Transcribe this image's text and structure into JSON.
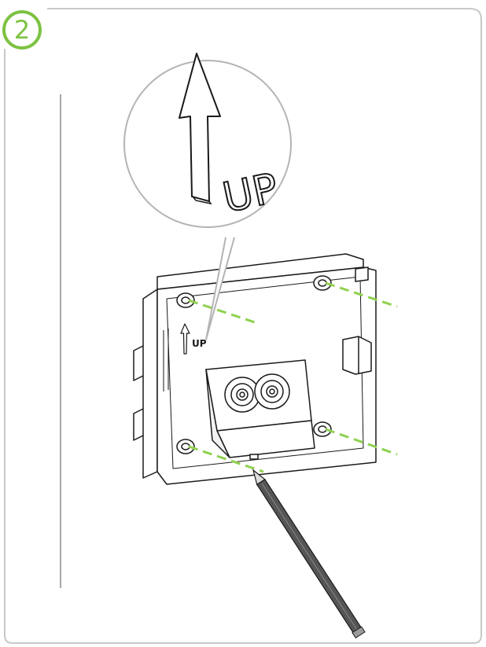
{
  "step": {
    "number": "2"
  },
  "callout": {
    "label": "UP"
  },
  "plate": {
    "label": "UP"
  },
  "colors": {
    "accent_green": "#7dc242",
    "guide_dash": "#8fd14f",
    "frame_gray": "#c8c8c8",
    "line_dark": "#1a1a1a",
    "pencil_body": "#555555"
  },
  "icons": [
    "up-arrow-icon",
    "pencil-icon",
    "screw-hole-icon"
  ]
}
